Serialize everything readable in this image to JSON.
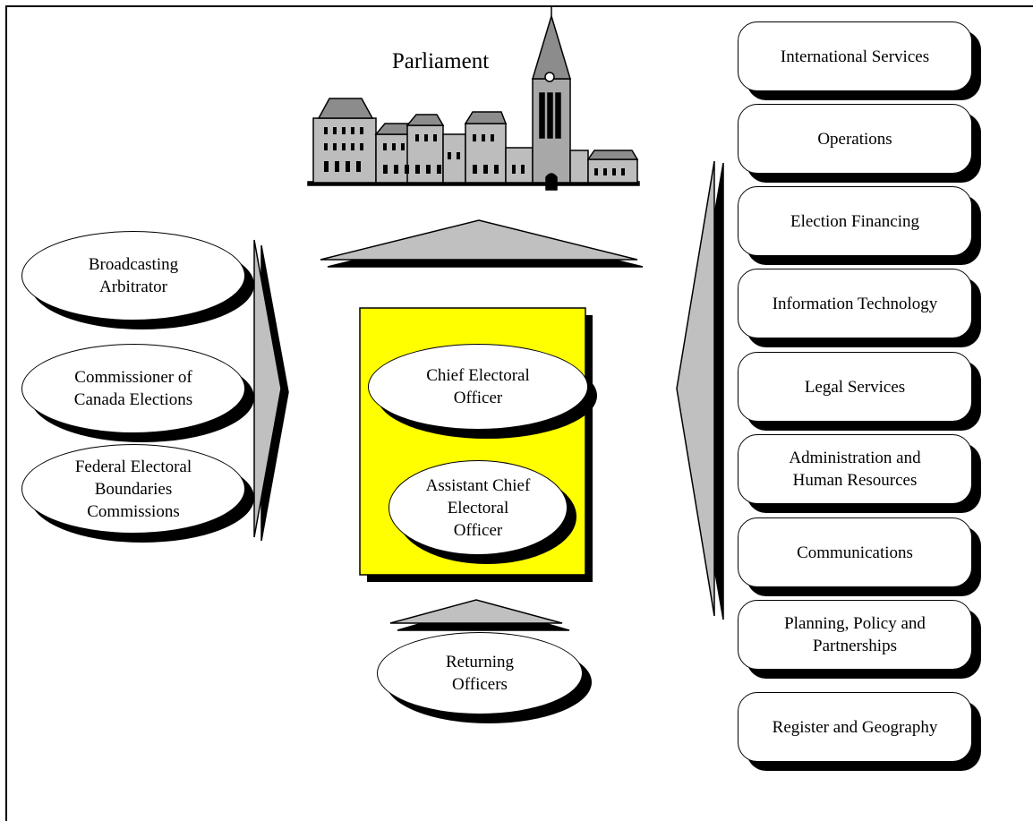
{
  "diagram": {
    "top_label": "Parliament",
    "left_nodes": [
      {
        "label": "Broadcasting\nArbitrator"
      },
      {
        "label": "Commissioner of\nCanada Elections"
      },
      {
        "label": "Federal Electoral\nBoundaries\nCommissions"
      }
    ],
    "center_nodes": [
      {
        "label": "Chief Electoral\nOfficer"
      },
      {
        "label": "Assistant Chief\nElectoral\nOfficer"
      }
    ],
    "bottom_node": {
      "label": "Returning\nOfficers"
    },
    "right_nodes": [
      {
        "label": "International Services"
      },
      {
        "label": "Operations"
      },
      {
        "label": "Election Financing"
      },
      {
        "label": "Information Technology"
      },
      {
        "label": "Legal Services"
      },
      {
        "label": "Administration and\nHuman Resources"
      },
      {
        "label": "Communications"
      },
      {
        "label": "Planning, Policy and\nPartnerships"
      },
      {
        "label": "Register and Geography"
      }
    ],
    "colors": {
      "center_panel": "#ffff00",
      "arrow_fill": "#c0c0c0",
      "shadow": "#000000",
      "building": "#bdbdbd"
    }
  }
}
